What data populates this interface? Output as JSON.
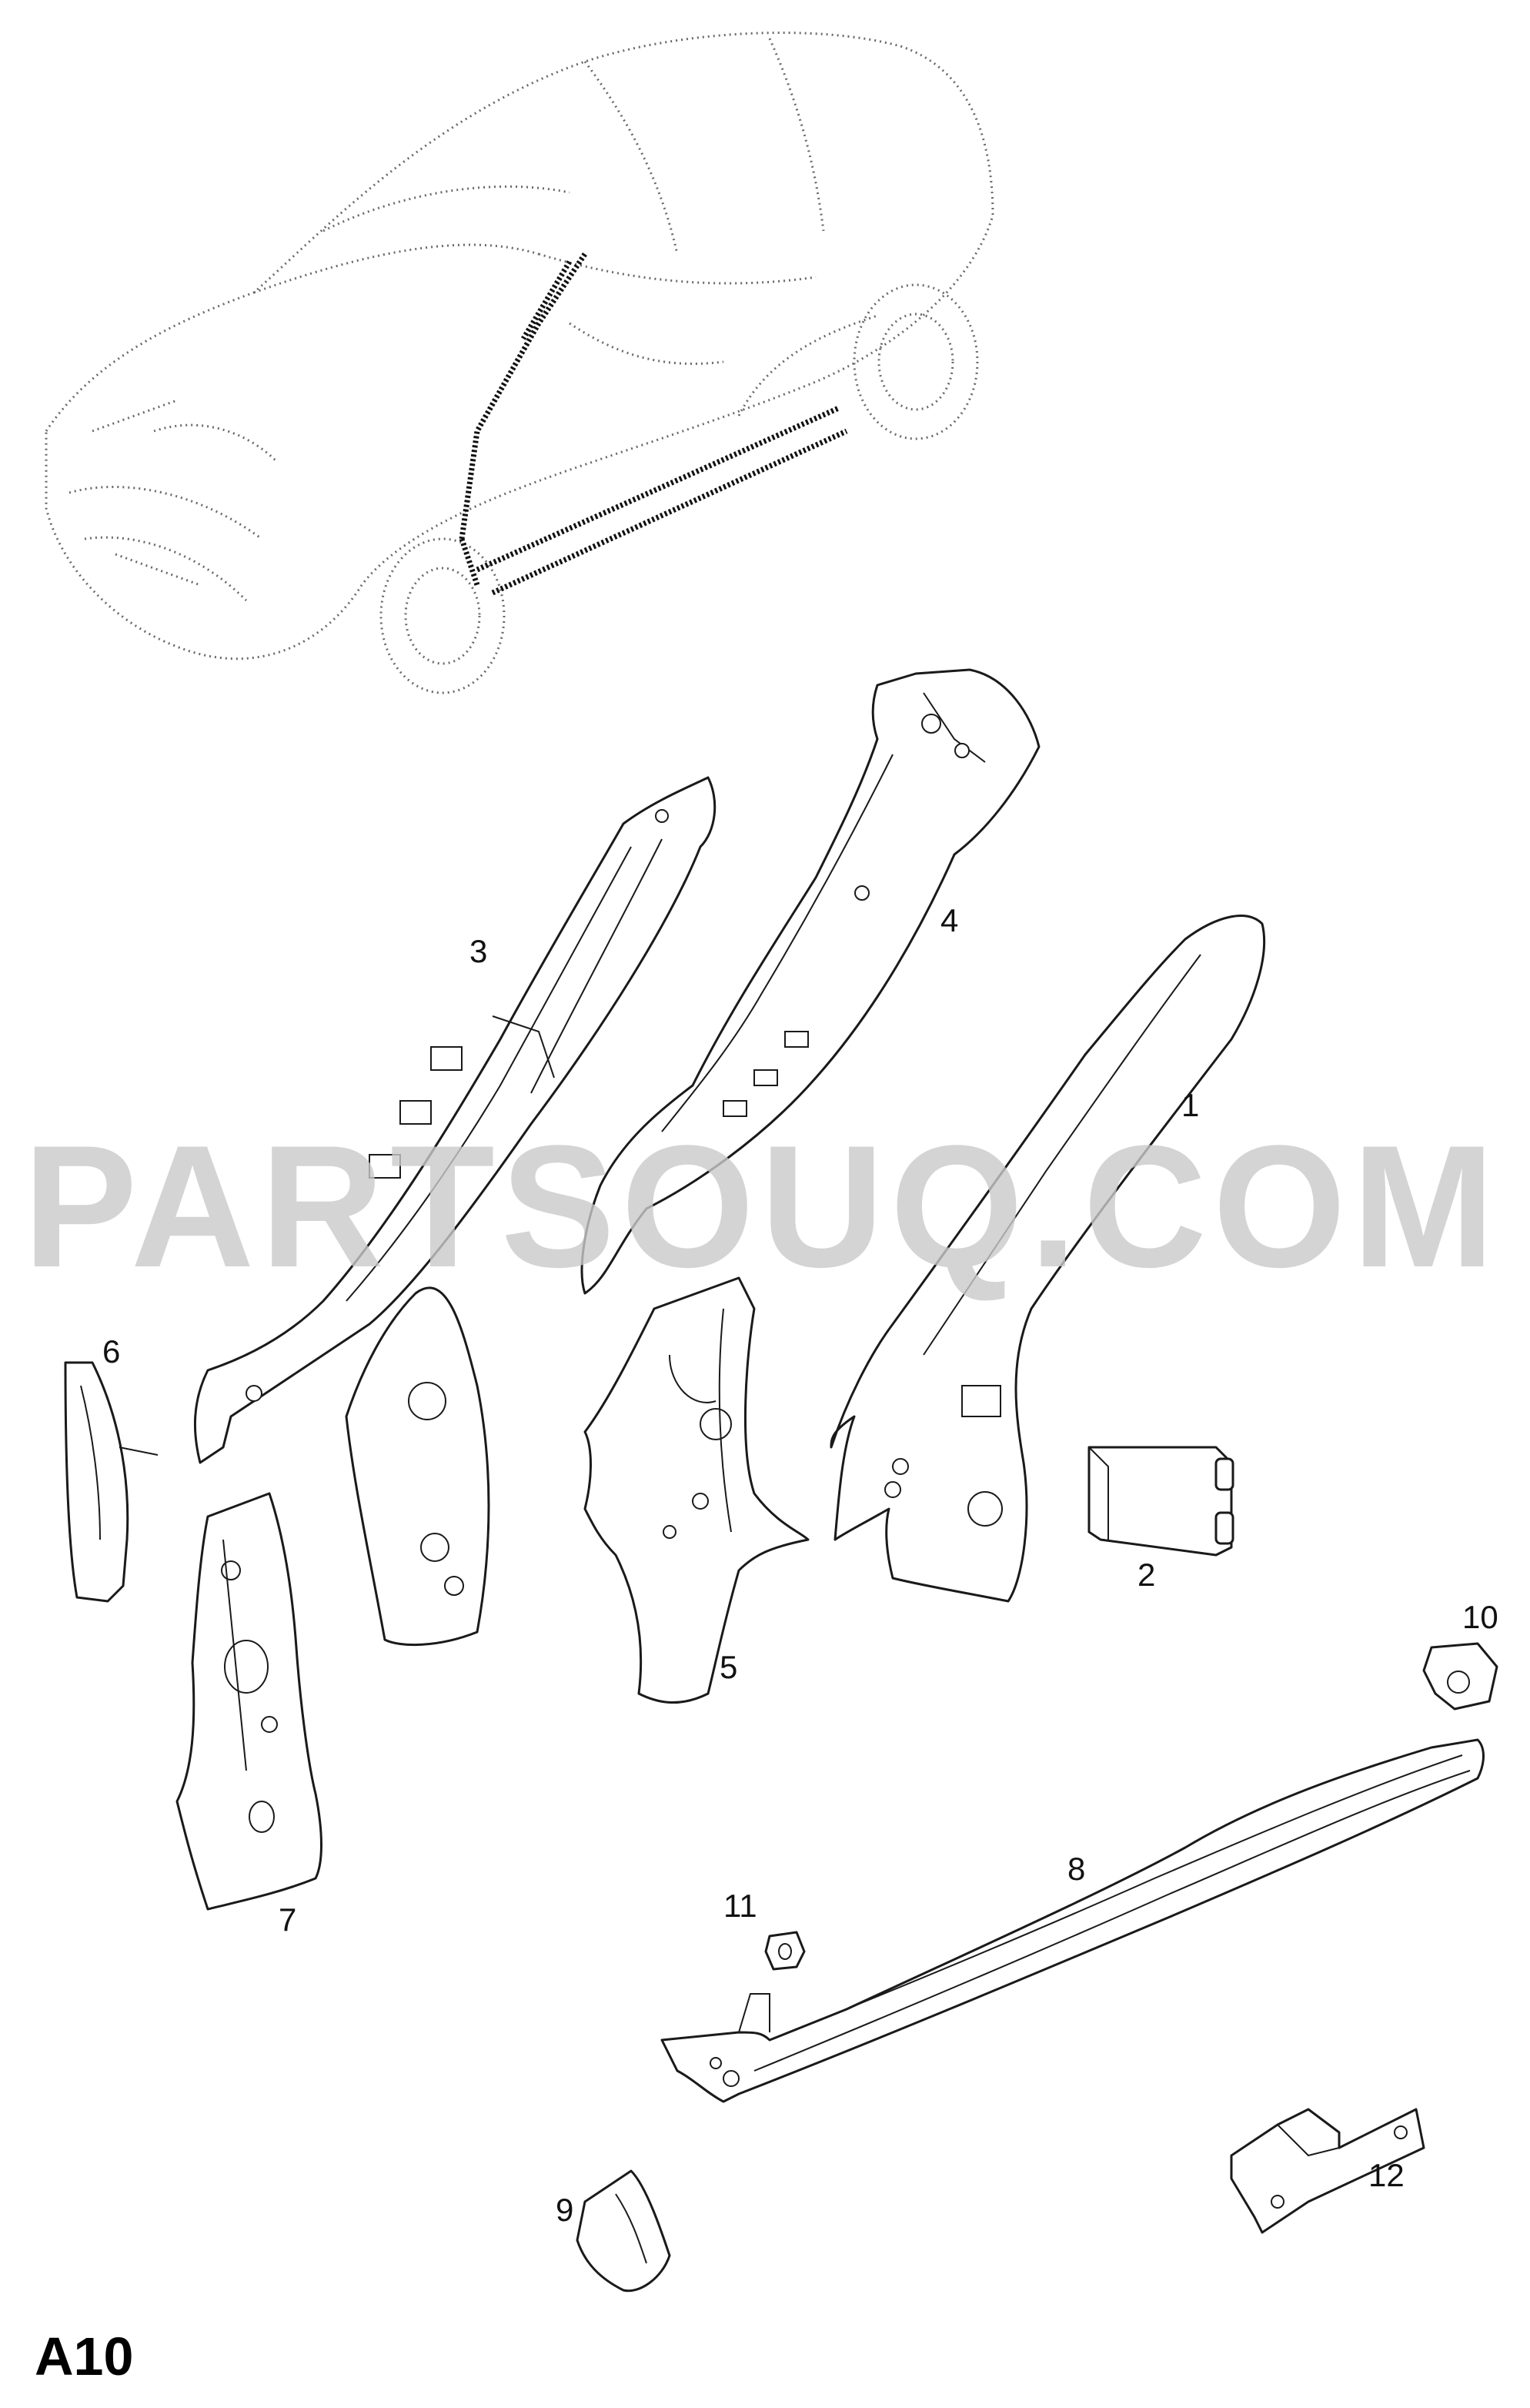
{
  "watermark": "PARTSOUQ.COM",
  "page_code": "A10",
  "callouts": {
    "c1": "1",
    "c2": "2",
    "c3": "3",
    "c4": "4",
    "c5": "5",
    "c6": "6",
    "c7": "7",
    "c8": "8",
    "c9": "9",
    "c10": "10",
    "c11": "11",
    "c12": "12"
  }
}
